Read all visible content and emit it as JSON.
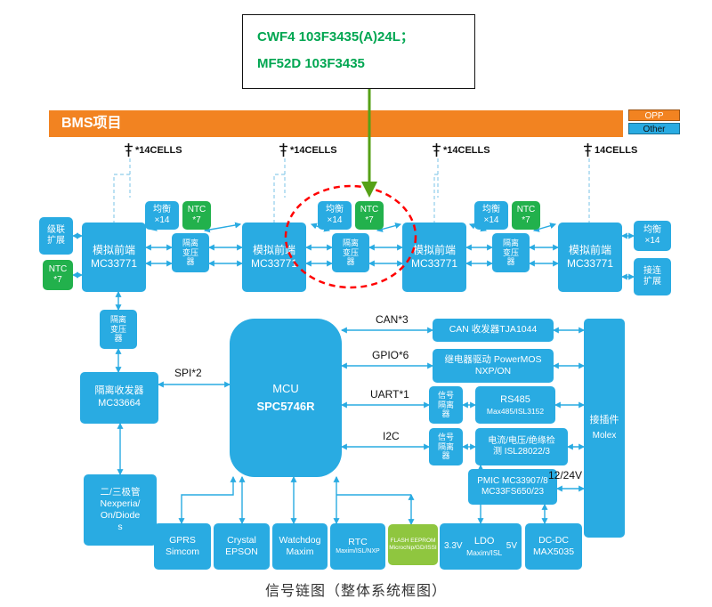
{
  "callout": {
    "line1": "CWF4 103F3435(A)24L；",
    "line2": "MF52D 103F3435"
  },
  "header": {
    "title": "BMS项目"
  },
  "legend": {
    "opp": "OPP",
    "other": "Other"
  },
  "cells": {
    "c1": "*14CELLS",
    "c2": "*14CELLS",
    "c3": "*14CELLS",
    "c4": "14CELLS"
  },
  "afe": {
    "name": "模拟前端",
    "part": "MC33771"
  },
  "small": {
    "balance_l1": "均衡",
    "balance_l2": "×14",
    "ntc_l1": "NTC",
    "ntc_l2": "*7",
    "iso_l1": "隔离",
    "iso_l2": "变压",
    "iso_l3": "器",
    "cascade_l1": "级联",
    "cascade_l2": "扩展",
    "link_l1": "接连",
    "link_l2": "扩展",
    "sigiso_l1": "信号",
    "sigiso_l2": "隔离",
    "sigiso_l3": "器"
  },
  "chain": {
    "transceiver_l1": "隔离收发器",
    "transceiver_l2": "MC33664",
    "spi": "SPI*2"
  },
  "mcu": {
    "l1": "MCU",
    "l2": "SPC5746R"
  },
  "bus": {
    "can": "CAN*3",
    "gpio": "GPIO*6",
    "uart": "UART*1",
    "i2c": "I2C",
    "power": "12/24V"
  },
  "right": {
    "can_block": "CAN 收发器TJA1044",
    "relay_l1": "继电器驱动 PowerMOS",
    "relay_l2": "NXP/ON",
    "rs485_l1": "RS485",
    "rs485_l2": "Max485/ISL3152",
    "sense_l1": "电流/电压/绝缘检",
    "sense_l2": "测 ISL28022/3",
    "pmic_l1": "PMIC  MC33907/8",
    "pmic_l2": "MC33FS650/23",
    "molex_l1": "接插件",
    "molex_l2": "Molex"
  },
  "bottom": {
    "transistor_l1": "二/三极管",
    "transistor_l2": "Nexperia/",
    "transistor_l3": "On/Diode",
    "transistor_l4": "s",
    "gprs_l1": "GPRS",
    "gprs_l2": "Simcom",
    "crystal_l1": "Crystal",
    "crystal_l2": "EPSON",
    "watchdog_l1": "Watchdog",
    "watchdog_l2": "Maxim",
    "rtc_l1": "RTC",
    "rtc_l2": "Maxim/ISL/NXP",
    "flash_l1": "FLASH EEPROM",
    "flash_l2": "Microchip/GD/ISSI",
    "ldo_left": "3.3V",
    "ldo_l1": "LDO",
    "ldo_l2": "Maxim/ISL",
    "ldo_right": "5V",
    "dcdc_l1": "DC-DC",
    "dcdc_l2": "MAX5035"
  },
  "caption": "信号链图（整体系统框图）",
  "colors": {
    "block_blue": "#29ABE2",
    "ntc_green": "#22B14C",
    "header_orange": "#F28321",
    "flash_green": "#8FC63F",
    "highlight_red": "#FF0000",
    "callout_text_green": "#00A651",
    "callout_arrow_green": "#56A117"
  }
}
